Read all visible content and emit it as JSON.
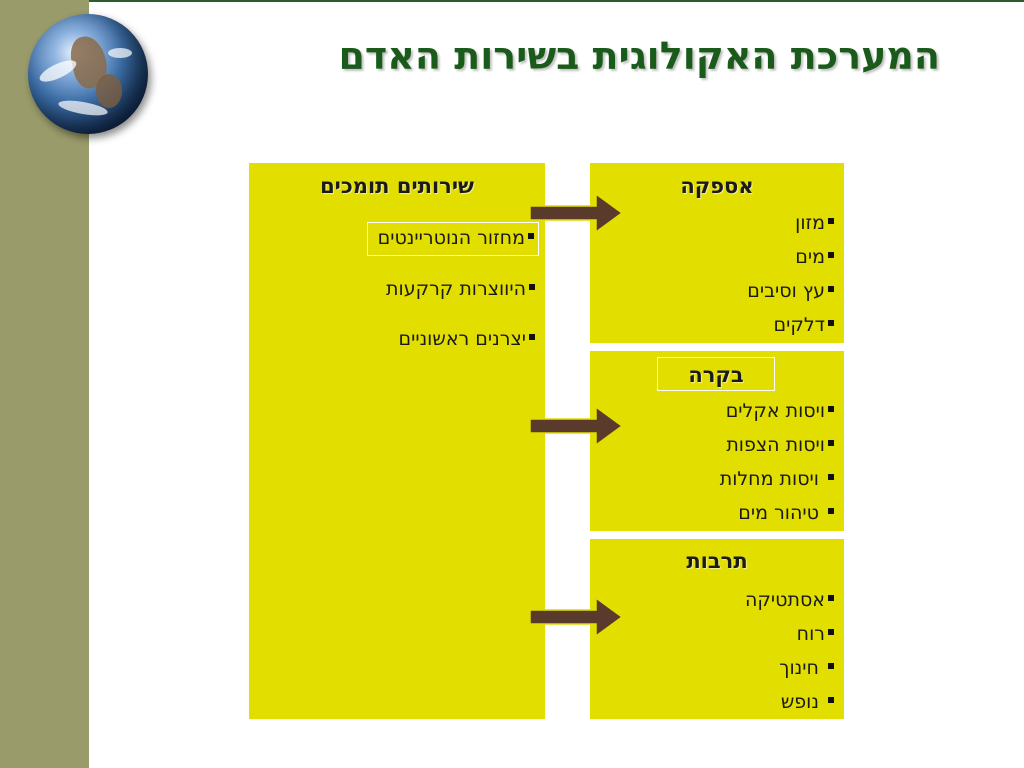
{
  "title": "המערכת האקולוגית בשירות האדם",
  "support": {
    "heading": "שירותים תומכים",
    "items": [
      "מחזור הנוטריינטים",
      "היווצרות קרקעות",
      "יצרנים ראשוניים"
    ]
  },
  "supply": {
    "heading": "אספקה",
    "items": [
      "מזון",
      "מים",
      "עץ וסיבים",
      "דלקים"
    ]
  },
  "regulation": {
    "heading": "בקרה",
    "items": [
      "ויסות אקלים",
      "ויסות הצפות",
      "ויסות מחלות",
      "טיהור מים"
    ]
  },
  "culture": {
    "heading": "תרבות",
    "items": [
      "אסתטיקה",
      "רוח",
      "חינוך",
      "נופש"
    ]
  },
  "colors": {
    "box_fill": "#e2de00",
    "arrow": "#5a3a2a",
    "side_bar": "#9a9b6a",
    "title": "#1a5a1a"
  },
  "icons": {
    "globe": "earth-globe-icon",
    "arrow": "right-arrow-icon"
  }
}
